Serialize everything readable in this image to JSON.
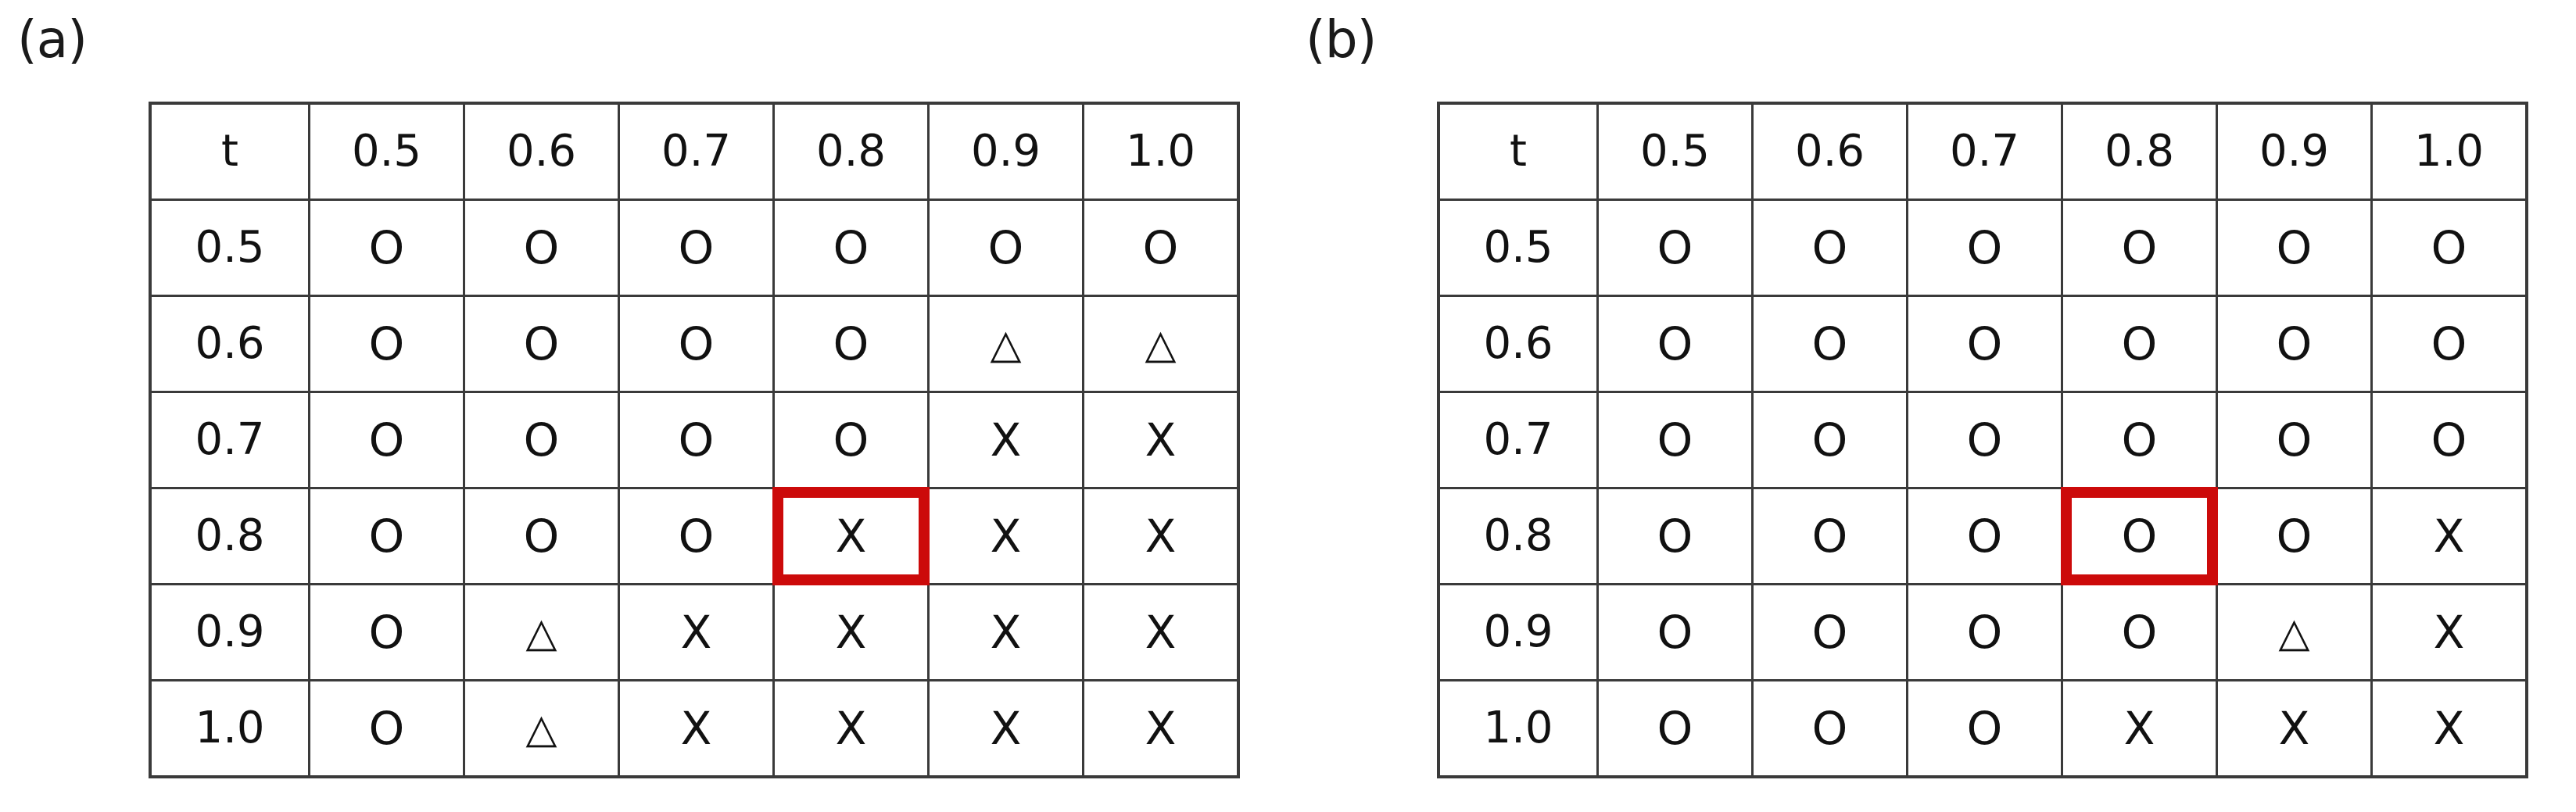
{
  "figure": {
    "background_color": "#ffffff",
    "colors": {
      "cell_yellow": "#fdeec9",
      "cell_green": "#6aa444",
      "cell_white": "#ffffff",
      "highlight_red": "#cc0a0a",
      "grid_line": "#3a3a3a",
      "text": "#111111"
    },
    "glyphs": {
      "circle": "O",
      "cross": "X",
      "triangle": "△"
    }
  },
  "panels": [
    {
      "label": "(a)",
      "table": {
        "corner_header": "t",
        "column_headers": [
          "0.5",
          "0.6",
          "0.7",
          "0.8",
          "0.9",
          "1.0"
        ],
        "row_headers": [
          "0.5",
          "0.6",
          "0.7",
          "0.8",
          "0.9",
          "1.0"
        ],
        "cells": [
          [
            {
              "mark": "O",
              "fill": "yellow",
              "highlight": false
            },
            {
              "mark": "O",
              "fill": "yellow",
              "highlight": false
            },
            {
              "mark": "O",
              "fill": "yellow",
              "highlight": false
            },
            {
              "mark": "O",
              "fill": "yellow",
              "highlight": false
            },
            {
              "mark": "O",
              "fill": "yellow",
              "highlight": false
            },
            {
              "mark": "O",
              "fill": "yellow",
              "highlight": false
            }
          ],
          [
            {
              "mark": "O",
              "fill": "yellow",
              "highlight": false
            },
            {
              "mark": "O",
              "fill": "yellow",
              "highlight": false
            },
            {
              "mark": "O",
              "fill": "yellow",
              "highlight": false
            },
            {
              "mark": "O",
              "fill": "yellow",
              "highlight": false
            },
            {
              "mark": "△",
              "fill": "green",
              "highlight": false
            },
            {
              "mark": "△",
              "fill": "green",
              "highlight": false
            }
          ],
          [
            {
              "mark": "O",
              "fill": "yellow",
              "highlight": false
            },
            {
              "mark": "O",
              "fill": "yellow",
              "highlight": false
            },
            {
              "mark": "O",
              "fill": "yellow",
              "highlight": false
            },
            {
              "mark": "O",
              "fill": "yellow",
              "highlight": false
            },
            {
              "mark": "X",
              "fill": "white",
              "highlight": false
            },
            {
              "mark": "X",
              "fill": "white",
              "highlight": false
            }
          ],
          [
            {
              "mark": "O",
              "fill": "yellow",
              "highlight": false
            },
            {
              "mark": "O",
              "fill": "yellow",
              "highlight": false
            },
            {
              "mark": "O",
              "fill": "yellow",
              "highlight": false
            },
            {
              "mark": "X",
              "fill": "white",
              "highlight": true
            },
            {
              "mark": "X",
              "fill": "white",
              "highlight": false
            },
            {
              "mark": "X",
              "fill": "white",
              "highlight": false
            }
          ],
          [
            {
              "mark": "O",
              "fill": "yellow",
              "highlight": false
            },
            {
              "mark": "△",
              "fill": "green",
              "highlight": false
            },
            {
              "mark": "X",
              "fill": "white",
              "highlight": false
            },
            {
              "mark": "X",
              "fill": "white",
              "highlight": false
            },
            {
              "mark": "X",
              "fill": "white",
              "highlight": false
            },
            {
              "mark": "X",
              "fill": "white",
              "highlight": false
            }
          ],
          [
            {
              "mark": "O",
              "fill": "yellow",
              "highlight": false
            },
            {
              "mark": "△",
              "fill": "green",
              "highlight": false
            },
            {
              "mark": "X",
              "fill": "white",
              "highlight": false
            },
            {
              "mark": "X",
              "fill": "white",
              "highlight": false
            },
            {
              "mark": "X",
              "fill": "white",
              "highlight": false
            },
            {
              "mark": "X",
              "fill": "white",
              "highlight": false
            }
          ]
        ]
      }
    },
    {
      "label": "(b)",
      "table": {
        "corner_header": "t",
        "column_headers": [
          "0.5",
          "0.6",
          "0.7",
          "0.8",
          "0.9",
          "1.0"
        ],
        "row_headers": [
          "0.5",
          "0.6",
          "0.7",
          "0.8",
          "0.9",
          "1.0"
        ],
        "cells": [
          [
            {
              "mark": "O",
              "fill": "yellow",
              "highlight": false
            },
            {
              "mark": "O",
              "fill": "yellow",
              "highlight": false
            },
            {
              "mark": "O",
              "fill": "yellow",
              "highlight": false
            },
            {
              "mark": "O",
              "fill": "yellow",
              "highlight": false
            },
            {
              "mark": "O",
              "fill": "yellow",
              "highlight": false
            },
            {
              "mark": "O",
              "fill": "yellow",
              "highlight": false
            }
          ],
          [
            {
              "mark": "O",
              "fill": "yellow",
              "highlight": false
            },
            {
              "mark": "O",
              "fill": "yellow",
              "highlight": false
            },
            {
              "mark": "O",
              "fill": "yellow",
              "highlight": false
            },
            {
              "mark": "O",
              "fill": "yellow",
              "highlight": false
            },
            {
              "mark": "O",
              "fill": "yellow",
              "highlight": false
            },
            {
              "mark": "O",
              "fill": "yellow",
              "highlight": false
            }
          ],
          [
            {
              "mark": "O",
              "fill": "yellow",
              "highlight": false
            },
            {
              "mark": "O",
              "fill": "yellow",
              "highlight": false
            },
            {
              "mark": "O",
              "fill": "yellow",
              "highlight": false
            },
            {
              "mark": "O",
              "fill": "yellow",
              "highlight": false
            },
            {
              "mark": "O",
              "fill": "yellow",
              "highlight": false
            },
            {
              "mark": "O",
              "fill": "yellow",
              "highlight": false
            }
          ],
          [
            {
              "mark": "O",
              "fill": "yellow",
              "highlight": false
            },
            {
              "mark": "O",
              "fill": "yellow",
              "highlight": false
            },
            {
              "mark": "O",
              "fill": "yellow",
              "highlight": false
            },
            {
              "mark": "O",
              "fill": "yellow",
              "highlight": true
            },
            {
              "mark": "O",
              "fill": "yellow",
              "highlight": false
            },
            {
              "mark": "X",
              "fill": "white",
              "highlight": false
            }
          ],
          [
            {
              "mark": "O",
              "fill": "yellow",
              "highlight": false
            },
            {
              "mark": "O",
              "fill": "yellow",
              "highlight": false
            },
            {
              "mark": "O",
              "fill": "yellow",
              "highlight": false
            },
            {
              "mark": "O",
              "fill": "yellow",
              "highlight": false
            },
            {
              "mark": "△",
              "fill": "green",
              "highlight": false
            },
            {
              "mark": "X",
              "fill": "white",
              "highlight": false
            }
          ],
          [
            {
              "mark": "O",
              "fill": "yellow",
              "highlight": false
            },
            {
              "mark": "O",
              "fill": "yellow",
              "highlight": false
            },
            {
              "mark": "O",
              "fill": "yellow",
              "highlight": false
            },
            {
              "mark": "X",
              "fill": "white",
              "highlight": false
            },
            {
              "mark": "X",
              "fill": "white",
              "highlight": false
            },
            {
              "mark": "X",
              "fill": "white",
              "highlight": false
            }
          ]
        ]
      }
    }
  ]
}
